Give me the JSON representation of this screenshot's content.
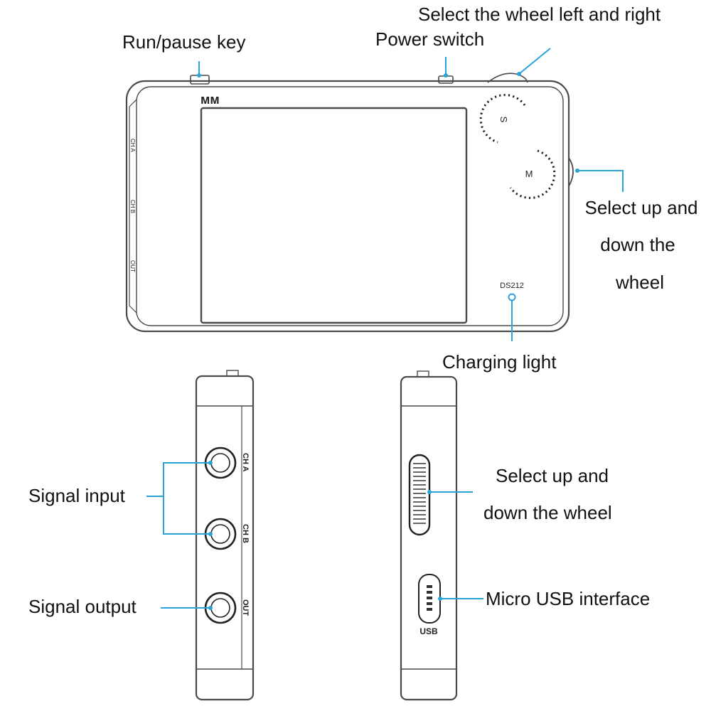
{
  "colors": {
    "line": "#2aa3d8",
    "outline": "#4a4a4a",
    "text": "#111111"
  },
  "front_view": {
    "logo_text": "ᴍᴍ",
    "model": "DS212",
    "side_labels": [
      "CH A",
      "CH B",
      "OUT"
    ],
    "wheel_marks": [
      "S",
      "M"
    ]
  },
  "side_view": {
    "jack_labels": [
      "CH A",
      "CH B",
      "OUT"
    ]
  },
  "back_view": {
    "usb_label": "USB"
  },
  "callouts": {
    "run_pause": "Run/pause key",
    "power": "Power switch",
    "wheel_lr": "Select the wheel left and right",
    "wheel_ud_1": "Select up and",
    "wheel_ud_2": "down the",
    "wheel_ud_3": "wheel",
    "charging": "Charging light",
    "signal_input": "Signal input",
    "signal_output": "Signal output",
    "wheel_ud_side_1": "Select up and",
    "wheel_ud_side_2": "down the wheel",
    "usb": "Micro USB interface"
  }
}
